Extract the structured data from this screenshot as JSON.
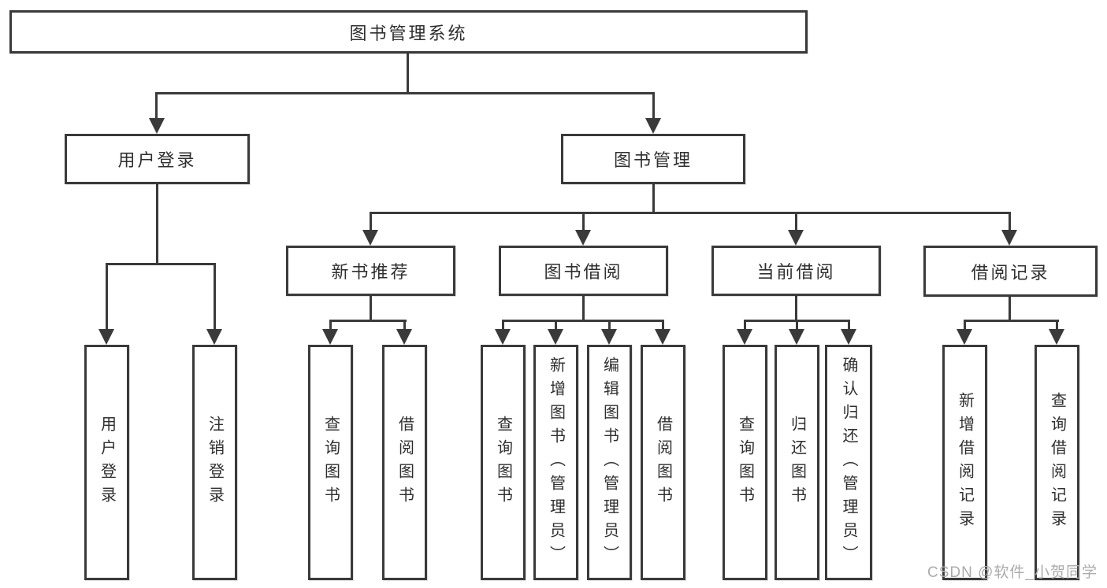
{
  "tree": {
    "label": "图书管理系统",
    "children": [
      {
        "label": "用户登录",
        "children": [
          {
            "label": "用户登录"
          },
          {
            "label": "注销登录"
          }
        ]
      },
      {
        "label": "图书管理",
        "children": [
          {
            "label": "新书推荐",
            "children": [
              {
                "label": "查询图书"
              },
              {
                "label": "借阅图书"
              }
            ]
          },
          {
            "label": "图书借阅",
            "children": [
              {
                "label": "查询图书"
              },
              {
                "label": "新增图书（管理员）"
              },
              {
                "label": "编辑图书（管理员）"
              },
              {
                "label": "借阅图书"
              }
            ]
          },
          {
            "label": "当前借阅",
            "children": [
              {
                "label": "查询图书"
              },
              {
                "label": "归还图书"
              },
              {
                "label": "确认归还（管理员）"
              }
            ]
          },
          {
            "label": "借阅记录",
            "children": [
              {
                "label": "新增借阅记录"
              },
              {
                "label": "查询借阅记录"
              }
            ]
          }
        ]
      }
    ]
  },
  "watermark": "CSDN @软件_小贺同学",
  "colors": {
    "line": "#3a3a3a",
    "border": "#3a3a3a",
    "background": "#ffffff",
    "text": "#2f2f2f",
    "watermark": "#ababab"
  }
}
